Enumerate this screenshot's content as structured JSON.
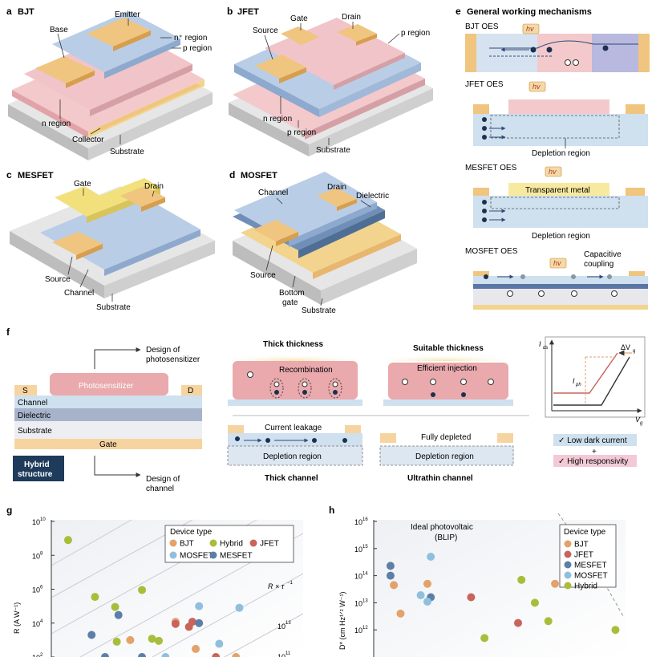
{
  "panels": {
    "a": {
      "letter": "a",
      "title": "BJT",
      "labels": {
        "emitter": "Emitter",
        "base": "Base",
        "n_plus": "n⁺ region",
        "p_region": "p region",
        "n_region": "n region",
        "collector": "Collector",
        "substrate": "Substrate"
      }
    },
    "b": {
      "letter": "b",
      "title": "JFET",
      "labels": {
        "gate": "Gate",
        "drain": "Drain",
        "source": "Source",
        "p_region_top": "p region",
        "n_region": "n region",
        "p_region": "p region",
        "substrate": "Substrate"
      }
    },
    "c": {
      "letter": "c",
      "title": "MESFET",
      "labels": {
        "gate": "Gate",
        "drain": "Drain",
        "source": "Source",
        "channel": "Channel",
        "substrate": "Substrate"
      }
    },
    "d": {
      "letter": "d",
      "title": "MOSFET",
      "labels": {
        "channel": "Channel",
        "drain": "Drain",
        "dielectric": "Dielectric",
        "source": "Source",
        "bottom_gate_1": "Bottom",
        "bottom_gate_2": "gate",
        "substrate": "Substrate"
      }
    },
    "e": {
      "letter": "e",
      "title": "General working mechanisms",
      "hv": "hv",
      "bjt": "BJT OES",
      "jfet": "JFET OES",
      "mesfet": "MESFET OES",
      "mosfet": "MOSFET OES",
      "depletion_1": "Depletion region",
      "depletion_2": "Depletion region",
      "transparent_metal": "Transparent metal",
      "capacitive_1": "Capacitive",
      "capacitive_2": "coupling"
    },
    "f": {
      "letter": "f",
      "design_photo_1": "Design of",
      "design_photo_2": "photosensitizer",
      "design_channel_1": "Design of",
      "design_channel_2": "channel",
      "photosensitizer": "Photosensitizer",
      "s": "S",
      "d": "D",
      "channel": "Channel",
      "dielectric": "Dielectric",
      "substrate": "Substrate",
      "gate": "Gate",
      "hybrid_1": "Hybrid",
      "hybrid_2": "structure",
      "thick_thickness": "Thick thickness",
      "suitable_thickness": "Suitable thickness",
      "recombination": "Recombination",
      "efficient_injection": "Efficient injection",
      "current_leakage": "Current leakage",
      "fully_depleted": "Fully depleted",
      "depletion_a": "Depletion region",
      "depletion_b": "Depletion region",
      "thick_channel": "Thick channel",
      "ultrathin_channel": "Ultrathin channel",
      "ids": "I",
      "ids_sub": "ds",
      "vg": "V",
      "vg_sub": "g",
      "iph": "I",
      "iph_sub": "ph",
      "dvg": "ΔV",
      "dvg_sub": "g",
      "low_dark": "✓ Low dark current",
      "plus": "+",
      "high_resp": "✓ High responsivity"
    },
    "g": {
      "letter": "g",
      "legend_title": "Device type",
      "r_tau": "R × τ",
      "r_tau_sup": "−1",
      "label_1e13": "10",
      "label_1e13_sup": "13",
      "label_1e11": "10",
      "label_1e11_sup": "11"
    },
    "h": {
      "letter": "h",
      "ideal_1": "Ideal photovoltaic",
      "ideal_2": "(BLIP)",
      "legend_title": "Device type"
    }
  },
  "colors": {
    "BJT": "#e3a26b",
    "JFET": "#c9645c",
    "MESFET": "#5c7fa8",
    "MOSFET": "#8fbfdf",
    "Hybrid": "#a8bd3a",
    "p_pink": "#f0c4c8",
    "n_blue": "#b9cde6",
    "metal": "#f0c57f",
    "gate_yellow": "#f2e07c",
    "substrate": "#dcdcdc"
  },
  "chart_data": [
    {
      "type": "scatter",
      "panel": "g",
      "xlabel": "",
      "ylabel": "R (A W⁻¹)",
      "ylim": [
        100,
        10000000000
      ],
      "yscale": "log",
      "yticks": [
        {
          "label": "10",
          "sup": "10",
          "v": 10000000000
        },
        {
          "label": "10",
          "sup": "8",
          "v": 100000000
        },
        {
          "label": "10",
          "sup": "6",
          "v": 1000000
        },
        {
          "label": "10",
          "sup": "4",
          "v": 10000
        },
        {
          "label": "10",
          "sup": "2",
          "v": 100
        }
      ],
      "legend": [
        {
          "name": "BJT"
        },
        {
          "name": "Hybrid"
        },
        {
          "name": "JFET"
        },
        {
          "name": "MOSFET"
        },
        {
          "name": "MESFET"
        }
      ],
      "series": [
        {
          "name": "Hybrid",
          "points": [
            [
              1,
              800000000
            ],
            [
              2.6,
              350000
            ],
            [
              3.8,
              90000
            ],
            [
              5.4,
              900000
            ],
            [
              6.0,
              1200
            ],
            [
              6.4,
              900
            ],
            [
              3.9,
              800
            ]
          ]
        },
        {
          "name": "BJT",
          "points": [
            [
              4.7,
              1000
            ],
            [
              7.4,
              12000
            ],
            [
              8.6,
              300
            ],
            [
              11.0,
              100
            ]
          ]
        },
        {
          "name": "JFET",
          "points": [
            [
              7.4,
              9000
            ],
            [
              8.2,
              6000
            ],
            [
              8.4,
              12000
            ],
            [
              9.8,
              100
            ]
          ]
        },
        {
          "name": "MOSFET",
          "points": [
            [
              8.8,
              100000
            ],
            [
              11.2,
              80000
            ],
            [
              10.0,
              600
            ],
            [
              6.8,
              100
            ]
          ]
        },
        {
          "name": "MESFET",
          "points": [
            [
              2.4,
              2000
            ],
            [
              4.0,
              30000
            ],
            [
              8.8,
              10000
            ],
            [
              3.2,
              100
            ],
            [
              5.4,
              100
            ]
          ]
        }
      ]
    },
    {
      "type": "scatter",
      "panel": "h",
      "xlabel": "",
      "ylabel": "D* (cm Hz¹ᐟ² W⁻¹)",
      "ylim": [
        100000000000,
        10000000000000000
      ],
      "yscale": "log",
      "yticks": [
        {
          "label": "10",
          "sup": "16",
          "v": 10000000000000000
        },
        {
          "label": "10",
          "sup": "15",
          "v": 1000000000000000
        },
        {
          "label": "10",
          "sup": "14",
          "v": 100000000000000
        },
        {
          "label": "10",
          "sup": "13",
          "v": 10000000000000
        },
        {
          "label": "10",
          "sup": "12",
          "v": 1000000000000
        }
      ],
      "legend": [
        {
          "name": "BJT"
        },
        {
          "name": "JFET"
        },
        {
          "name": "MESFET"
        },
        {
          "name": "MOSFET"
        },
        {
          "name": "Hybrid"
        }
      ],
      "series": [
        {
          "name": "BJT",
          "points": [
            [
              1.2,
              45000000000000
            ],
            [
              1.6,
              4000000000000
            ],
            [
              3.2,
              50000000000000
            ],
            [
              10.8,
              50000000000000
            ]
          ]
        },
        {
          "name": "JFET",
          "points": [
            [
              5.8,
              16000000000000
            ],
            [
              8.6,
              1800000000000
            ]
          ]
        },
        {
          "name": "MESFET",
          "points": [
            [
              1.0,
              230000000000000
            ],
            [
              1.0,
              100000000000000
            ],
            [
              3.4,
              16000000000000
            ]
          ]
        },
        {
          "name": "MOSFET",
          "points": [
            [
              2.8,
              19000000000000
            ],
            [
              3.2,
              11000000000000
            ],
            [
              3.4,
              500000000000000
            ]
          ]
        },
        {
          "name": "Hybrid",
          "points": [
            [
              8.8,
              70000000000000
            ],
            [
              9.6,
              10000000000000
            ],
            [
              10.4,
              2100000000000
            ],
            [
              6.6,
              500000000000
            ],
            [
              14.4,
              1000000000000
            ]
          ]
        }
      ]
    }
  ]
}
